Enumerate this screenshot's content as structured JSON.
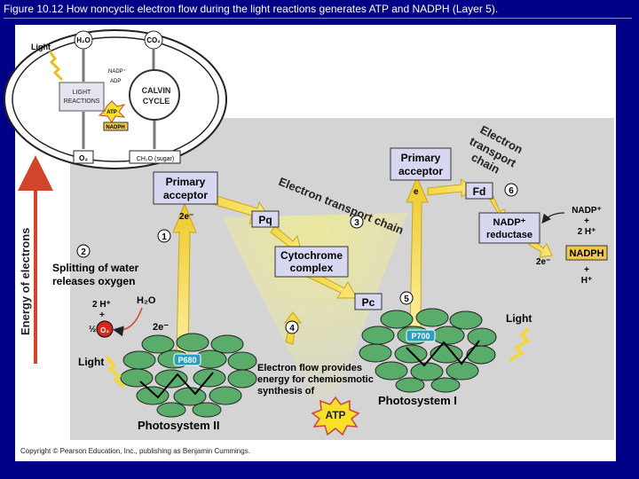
{
  "title": "Figure 10.12 How noncyclic electron flow during the light reactions generates ATP and NADPH (Layer 5).",
  "inset": {
    "light": "Light",
    "h2o": "H₂O",
    "co2": "CO₂",
    "o2": "O₂",
    "sugar": "CH₂O (sugar)",
    "nadp": "NADP⁺",
    "adp": "ADP",
    "light_reactions_1": "LIGHT",
    "light_reactions_2": "REACTIONS",
    "calvin_1": "CALVIN",
    "calvin_2": "CYCLE",
    "atp": "ATP",
    "nadph": "NADPH"
  },
  "axis_label": "Energy of electrons",
  "labels": {
    "primary_acceptor": "Primary acceptor",
    "primary_acceptor_line1": "Primary",
    "primary_acceptor_line2": "acceptor",
    "pq": "Pq",
    "cytochrome_line1": "Cytochrome",
    "cytochrome_line2": "complex",
    "pc": "Pc",
    "fd": "Fd",
    "nadp_reductase_line1": "NADP⁺",
    "nadp_reductase_line2": "reductase",
    "nadph": "NADPH",
    "nadp_plus": "NADP⁺",
    "plus": "+",
    "two_h": "2 H⁺",
    "h_plus": "H⁺",
    "two_e": "2e⁻",
    "e": "e",
    "h2o": "H₂O",
    "two_h_left": "2 H⁺",
    "half": "½",
    "o2": "O₂",
    "p680": "P680",
    "p700": "P700",
    "light": "Light",
    "etc_first": "Electron transport chain",
    "etc_second_1": "Electron",
    "etc_second_2": "transport",
    "etc_second_3": "chain",
    "splitting_1": "Splitting of water",
    "splitting_2": "releases oxygen",
    "electron_flow_1": "Electron flow provides",
    "electron_flow_2": "energy for chemiosmotic",
    "electron_flow_3": "synthesis of",
    "atp": "ATP",
    "photosystem_ii": "Photosystem II",
    "photosystem_i": "Photosystem I"
  },
  "steps": [
    "1",
    "2",
    "3",
    "4",
    "5",
    "6"
  ],
  "copyright": "Copyright © Pearson Education, Inc., publishing as Benjamin Cummings.",
  "colors": {
    "background": "#010187",
    "panel": "#ffffff",
    "grey_panel": "#d4d4d4",
    "box_fill": "#d7d7f2",
    "arrow_yellow": "#f3d640",
    "chlorophyll": "#5aac6a",
    "energy_axis": "#d2452a",
    "nadph_box": "#f2c84a",
    "atp_burst": "#f7df2a",
    "o2_red": "#d9261d"
  }
}
